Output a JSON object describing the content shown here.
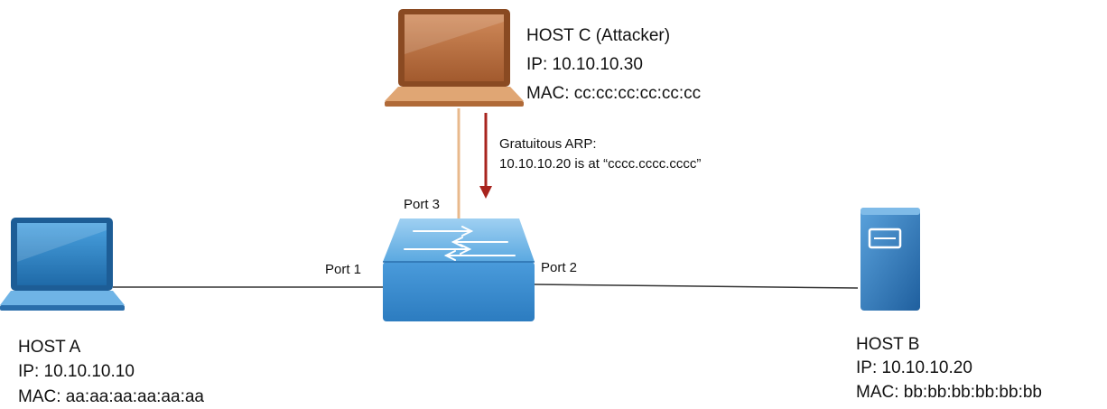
{
  "host_c": {
    "name": "HOST C (Attacker)",
    "ip": "IP: 10.10.10.30",
    "mac": "MAC: cc:cc:cc:cc:cc:cc"
  },
  "host_a": {
    "name": "HOST A",
    "ip": "IP: 10.10.10.10",
    "mac": "MAC: aa:aa:aa:aa:aa:aa"
  },
  "host_b": {
    "name": "HOST B",
    "ip": "IP: 10.10.10.20",
    "mac": "MAC: bb:bb:bb:bb:bb:bb"
  },
  "ports": {
    "port1": "Port 1",
    "port2": "Port 2",
    "port3": "Port 3"
  },
  "annotation": {
    "line1": "Gratuitous ARP:",
    "line2": "10.10.10.20 is at “cccc.cccc.cccc”"
  },
  "colors": {
    "attacker": "#b86a3c",
    "attacker_link": "#e8b98c",
    "arrow": "#a8241e",
    "switch": "#3a8fd1",
    "laptop_a": "#2f86c8",
    "server": "#2f7cc0",
    "link": "#333333"
  },
  "icons": {
    "attacker_laptop": "laptop-icon",
    "host_a_laptop": "laptop-icon",
    "switch": "switch-icon",
    "server": "server-icon"
  }
}
